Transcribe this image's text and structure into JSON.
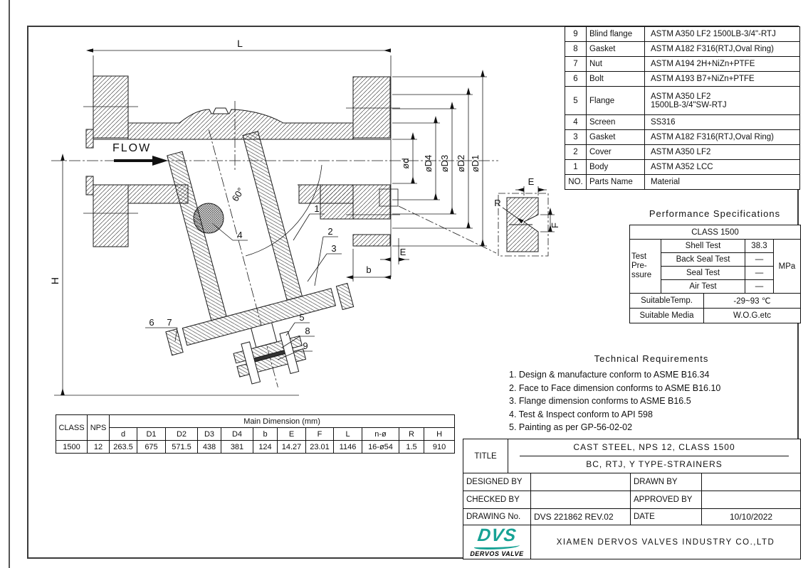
{
  "colors": {
    "accent_teal": "#17a295",
    "line": "#1a1a1a"
  },
  "drawing": {
    "flow_label": "FLOW",
    "angle_label": "60°",
    "dim_L": "L",
    "dim_H": "H",
    "dim_b": "b",
    "dim_E": "E",
    "dia_labels": [
      "ød",
      "øD4",
      "øD3",
      "øD2",
      "øD1"
    ],
    "detail": {
      "E": "E",
      "R": "R",
      "F": "F"
    },
    "callouts": [
      "1",
      "2",
      "3",
      "4",
      "5",
      "6",
      "7",
      "8",
      "9"
    ]
  },
  "parts_list": {
    "headers": {
      "no": "NO.",
      "name": "Parts Name",
      "material": "Material"
    },
    "rows": [
      {
        "no": "9",
        "name": "Blind flange",
        "material": "ASTM A350 LF2 1500LB-3/4\"-RTJ"
      },
      {
        "no": "8",
        "name": "Gasket",
        "material": "ASTM A182 F316(RTJ,Oval Ring)"
      },
      {
        "no": "7",
        "name": "Nut",
        "material": "ASTM A194 2H+NiZn+PTFE"
      },
      {
        "no": "6",
        "name": "Bolt",
        "material": "ASTM A193 B7+NiZn+PTFE"
      },
      {
        "no": "5",
        "name": "Flange",
        "material": "ASTM A350 LF2",
        "material2": "1500LB-3/4\"SW-RTJ"
      },
      {
        "no": "4",
        "name": "Screen",
        "material": "SS316"
      },
      {
        "no": "3",
        "name": "Gasket",
        "material": "ASTM A182 F316(RTJ,Oval Ring)"
      },
      {
        "no": "2",
        "name": "Cover",
        "material": "ASTM A350 LF2"
      },
      {
        "no": "1",
        "name": "Body",
        "material": "ASTM A352 LCC"
      }
    ]
  },
  "performance": {
    "title": "Performance Specifications",
    "class_row": "CLASS 1500",
    "pressure_label_1": "Test",
    "pressure_label_2": "Pre-",
    "pressure_label_3": "ssure",
    "tests": [
      {
        "name": "Shell Test",
        "value": "38.3"
      },
      {
        "name": "Back Seal Test",
        "value": "—"
      },
      {
        "name": "Seal Test",
        "value": "—"
      },
      {
        "name": "Air Test",
        "value": "—"
      }
    ],
    "unit": "MPa",
    "temp_label": "SuitableTemp.",
    "temp_value": "-29~93 ℃",
    "media_label": "Suitable Media",
    "media_value": "W.O.G.etc"
  },
  "technical_requirements": {
    "title": "Technical Requirements",
    "items": [
      "1. Design & manufacture conform to ASME B16.34",
      "2. Face to Face dimension conforms to ASME B16.10",
      "3. Flange dimension conforms to ASME B16.5",
      "4. Test & Inspect conform to API 598",
      "5. Painting as per GP-56-02-02"
    ]
  },
  "main_dimensions": {
    "header": "Main Dimension (mm)",
    "class_label": "CLASS",
    "nps_label": "NPS",
    "columns": [
      "d",
      "D1",
      "D2",
      "D3",
      "D4",
      "b",
      "E",
      "F",
      "L",
      "n-ø",
      "R",
      "H"
    ],
    "class_value": "1500",
    "nps_value": "12",
    "values": [
      "263.5",
      "675",
      "571.5",
      "438",
      "381",
      "124",
      "14.27",
      "23.01",
      "1146",
      "16-ø54",
      "1.5",
      "910"
    ]
  },
  "title_block": {
    "title_label": "TITLE",
    "title_line1": "CAST STEEL, NPS 12, CLASS 1500",
    "title_line2": "BC, RTJ, Y TYPE-STRAINERS",
    "designed_by": "DESIGNED BY",
    "drawn_by": "DRAWN BY",
    "checked_by": "CHECKED  BY",
    "approved_by": "APPROVED BY",
    "drawing_no_label": "DRAWING No.",
    "drawing_no": "DVS 221862 REV.02",
    "date_label": "DATE",
    "date": "10/10/2022",
    "logo_text": "DVS",
    "logo_subtext": "DERVOS VALVE",
    "company": "XIAMEN DERVOS VALVES INDUSTRY CO.,LTD"
  }
}
